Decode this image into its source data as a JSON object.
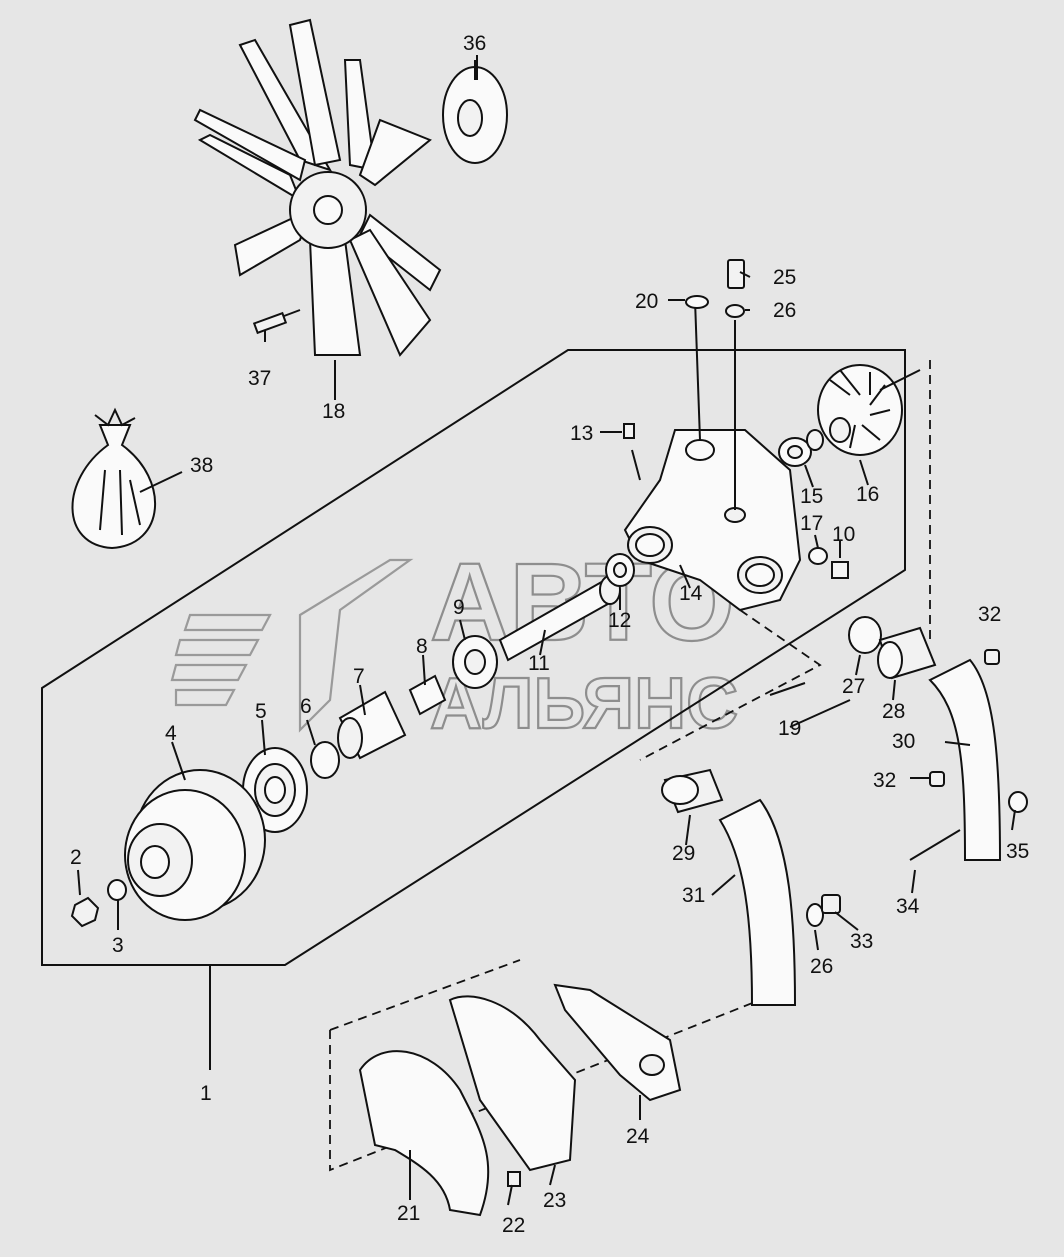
{
  "watermark": {
    "line1": "АВТО",
    "line2": "АЛЬЯНС"
  },
  "callouts": {
    "c1": "1",
    "c2": "2",
    "c3": "3",
    "c4": "4",
    "c5": "5",
    "c6": "6",
    "c7": "7",
    "c8": "8",
    "c9": "9",
    "c10": "10",
    "c11": "11",
    "c12": "12",
    "c13": "13",
    "c14": "14",
    "c15": "15",
    "c16": "16",
    "c17": "17",
    "c18": "18",
    "c19": "19",
    "c20": "20",
    "c21": "21",
    "c22": "22",
    "c23": "23",
    "c24": "24",
    "c25": "25",
    "c26a": "26",
    "c26b": "26",
    "c27": "27",
    "c28": "28",
    "c29": "29",
    "c30": "30",
    "c31": "31",
    "c32a": "32",
    "c32b": "32",
    "c33": "33",
    "c34": "34",
    "c35": "35",
    "c36": "36",
    "c37": "37",
    "c38": "38"
  }
}
